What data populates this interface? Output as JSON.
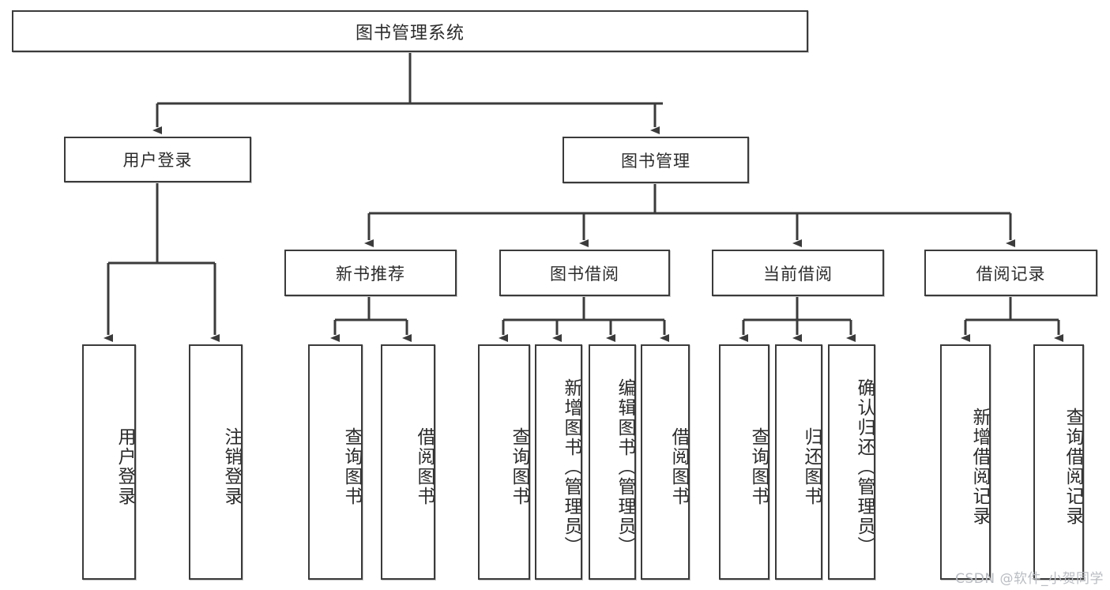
{
  "diagram": {
    "title": "图书管理系统",
    "type": "hierarchy-tree",
    "root": {
      "label": "图书管理系统"
    },
    "level1": [
      {
        "label": "用户登录"
      },
      {
        "label": "图书管理"
      }
    ],
    "level2": [
      {
        "label": "新书推荐"
      },
      {
        "label": "图书借阅"
      },
      {
        "label": "当前借阅"
      },
      {
        "label": "借阅记录"
      }
    ],
    "leaves": {
      "user_login": [
        {
          "label": "用户登录"
        },
        {
          "label": "注销登录"
        }
      ],
      "new_book_recommend": [
        {
          "label": "查询图书"
        },
        {
          "label": "借阅图书"
        }
      ],
      "book_borrow": [
        {
          "label": "查询图书"
        },
        {
          "label": "新增图书（管理员）"
        },
        {
          "label": "编辑图书（管理员）"
        },
        {
          "label": "借阅图书"
        }
      ],
      "current_borrow": [
        {
          "label": "查询图书"
        },
        {
          "label": "归还图书"
        },
        {
          "label": "确认归还（管理员）"
        }
      ],
      "borrow_record": [
        {
          "label": "新增借阅记录"
        },
        {
          "label": "查询借阅记录"
        }
      ]
    }
  },
  "watermark": {
    "text": "CSDN @软件_小贺同学"
  },
  "colors": {
    "stroke": "#3b3b3b",
    "background": "#ffffff",
    "text": "#2b2b2b",
    "watermark": "#b9bcc2"
  }
}
